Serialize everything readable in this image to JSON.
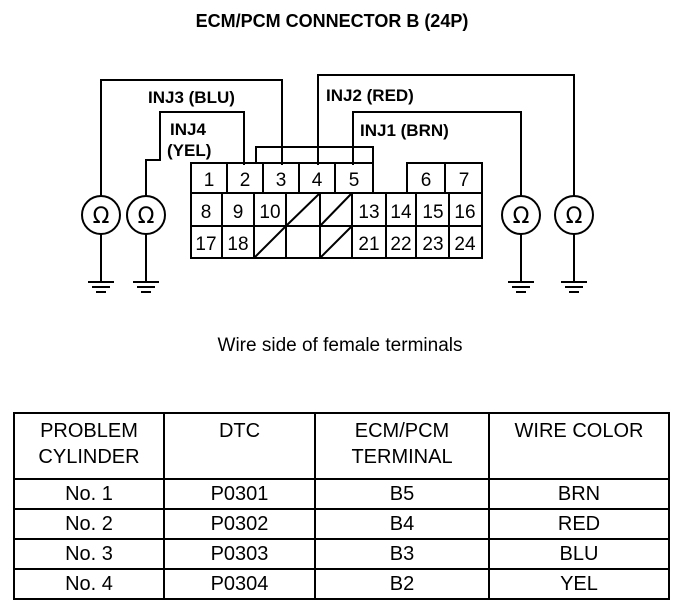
{
  "diagram": {
    "title": "ECM/PCM CONNECTOR B (24P)",
    "labels": {
      "inj3": "INJ3 (BLU)",
      "inj2": "INJ2 (RED)",
      "inj1": "INJ1 (BRN)",
      "inj4_line1": "INJ4",
      "inj4_line2": "(YEL)"
    },
    "pins": {
      "p1": "1",
      "p2": "2",
      "p3": "3",
      "p4": "4",
      "p5": "5",
      "p6": "6",
      "p7": "7",
      "p8": "8",
      "p9": "9",
      "p10": "10",
      "p13": "13",
      "p14": "14",
      "p15": "15",
      "p16": "16",
      "p17": "17",
      "p18": "18",
      "p21": "21",
      "p22": "22",
      "p23": "23",
      "p24": "24"
    },
    "ohm_symbol": "Ω",
    "caption": "Wire side of female terminals"
  },
  "table": {
    "headers": {
      "col1_line1": "PROBLEM",
      "col1_line2": "CYLINDER",
      "col2": "DTC",
      "col3_line1": "ECM/PCM",
      "col3_line2": "TERMINAL",
      "col4": "WIRE COLOR"
    },
    "rows": [
      {
        "cylinder": "No. 1",
        "dtc": "P0301",
        "terminal": "B5",
        "color": "BRN"
      },
      {
        "cylinder": "No. 2",
        "dtc": "P0302",
        "terminal": "B4",
        "color": "RED"
      },
      {
        "cylinder": "No. 3",
        "dtc": "P0303",
        "terminal": "B3",
        "color": "BLU"
      },
      {
        "cylinder": "No. 4",
        "dtc": "P0304",
        "terminal": "B2",
        "color": "YEL"
      }
    ]
  }
}
